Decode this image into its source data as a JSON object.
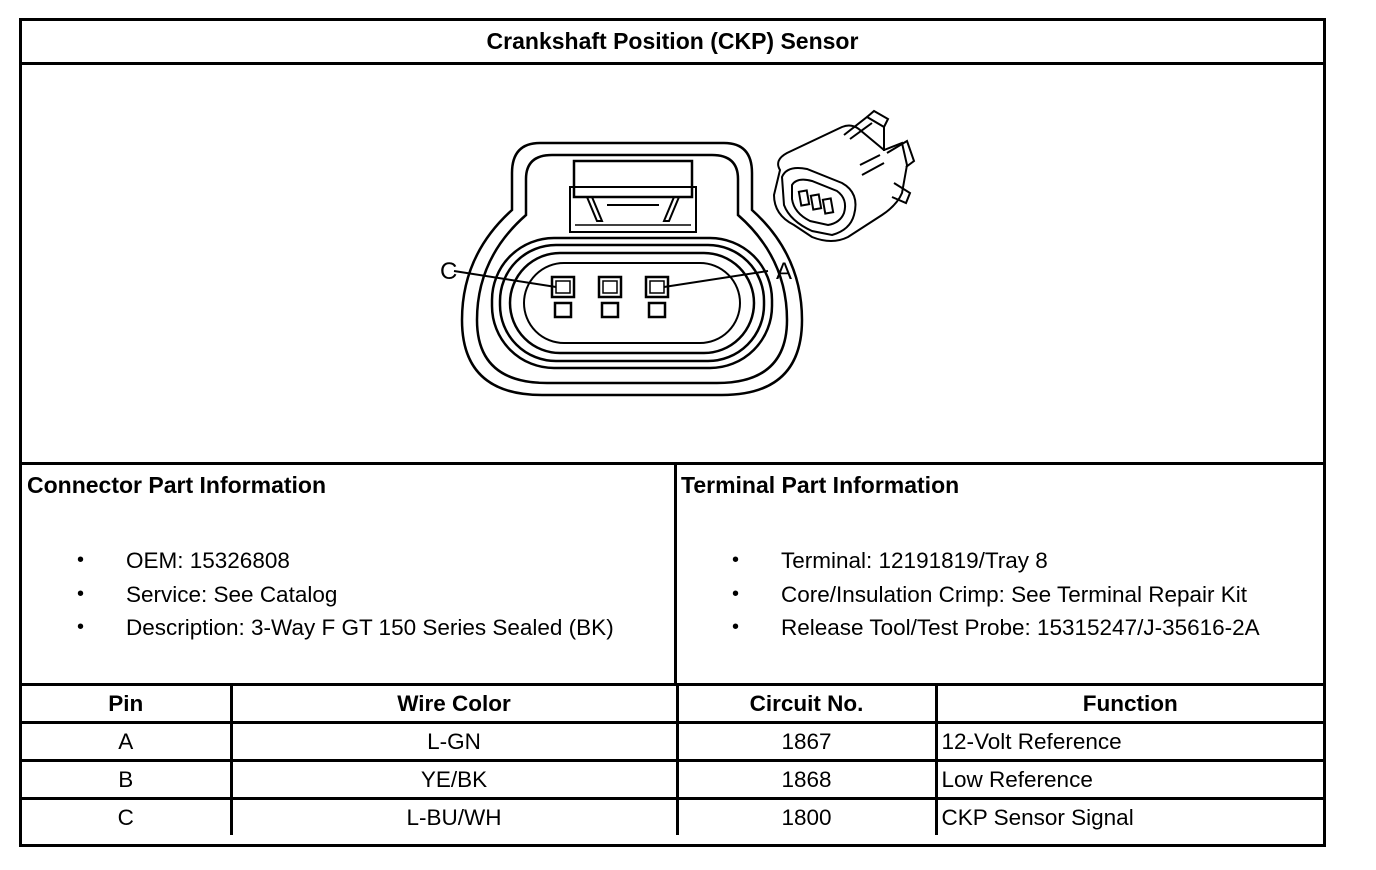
{
  "title": "Crankshaft Position (CKP) Sensor",
  "figure": {
    "label_left": "C",
    "label_right": "A"
  },
  "connector_info": {
    "heading": "Connector Part Information",
    "items": [
      "OEM: 15326808",
      "Service: See Catalog",
      "Description: 3-Way F GT 150 Series Sealed (BK)"
    ]
  },
  "terminal_info": {
    "heading": "Terminal Part Information",
    "items": [
      "Terminal: 12191819/Tray 8",
      "Core/Insulation Crimp: See Terminal Repair Kit",
      "Release Tool/Test Probe: 15315247/J-35616-2A"
    ]
  },
  "bullet": "•",
  "pin_table": {
    "headers": [
      "Pin",
      "Wire Color",
      "Circuit No.",
      "Function"
    ],
    "rows": [
      [
        "A",
        "L-GN",
        "1867",
        "12-Volt Reference"
      ],
      [
        "B",
        "YE/BK",
        "1868",
        "Low Reference"
      ],
      [
        "C",
        "L-BU/WH",
        "1800",
        "CKP Sensor Signal"
      ]
    ]
  }
}
